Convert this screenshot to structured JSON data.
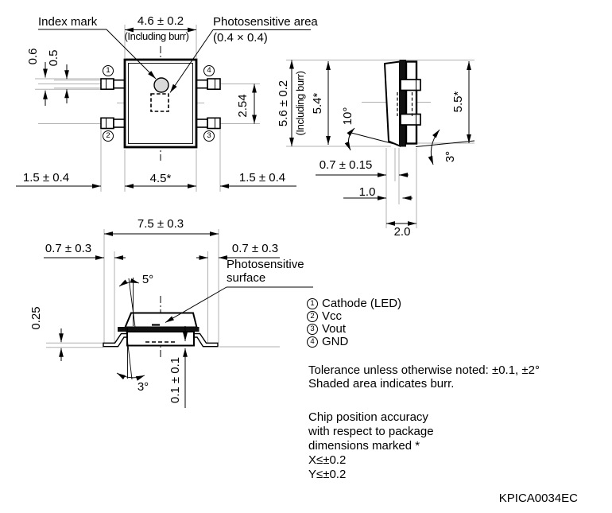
{
  "top_view": {
    "index_mark": "Index mark",
    "width_dim": "4.6 ± 0.2",
    "width_note": "(Including burr)",
    "photo_area": "Photosensitive area",
    "photo_area_size": "(0.4 × 0.4)",
    "lead_outer_width": "0.6",
    "lead_inner_width": "0.5",
    "lead_pitch": "2.54",
    "left_lead_len": "1.5 ± 0.4",
    "body_width": "4.5*",
    "right_lead_len": "1.5 ± 0.4",
    "pin_numbers": [
      "1",
      "2",
      "3",
      "4"
    ]
  },
  "side_view": {
    "height_incl_burr": "5.6 ± 0.2",
    "height_note": "(Including burr)",
    "height_body": "5.4*",
    "height_overall": "5.5*",
    "draft_angle": "10°",
    "foot_angle": "3°",
    "lead_dim_small": "0.7 ± 0.15",
    "lead_dim_mid": "1.0",
    "depth": "2.0"
  },
  "front_view": {
    "overall_width": "7.5 ± 0.3",
    "left_foot": "0.7 ± 0.3",
    "right_foot": "0.7 ± 0.3",
    "photo_surface_line1": "Photosensitive",
    "photo_surface_line2": "surface",
    "top_angle": "5°",
    "lead_thickness": "0.25",
    "foot_angle": "3°",
    "standoff": "0.1 ± 0.1"
  },
  "legend": {
    "pins": [
      {
        "num": "1",
        "label": "Cathode (LED)"
      },
      {
        "num": "2",
        "label": "Vcc"
      },
      {
        "num": "3",
        "label": "Vout"
      },
      {
        "num": "4",
        "label": "GND"
      }
    ]
  },
  "notes": {
    "tolerance": "Tolerance unless otherwise noted: ±0.1, ±2°",
    "shaded": "Shaded area indicates burr.",
    "chip_lines": [
      "Chip position accuracy",
      "with respect to package",
      "dimensions marked *",
      "X≤±0.2",
      "Y≤±0.2"
    ]
  },
  "doc_number": "KPICA0034EC",
  "colors": {
    "line": "#000000",
    "construction": "#b0b0b0",
    "index_fill": "#d9d9d9"
  }
}
